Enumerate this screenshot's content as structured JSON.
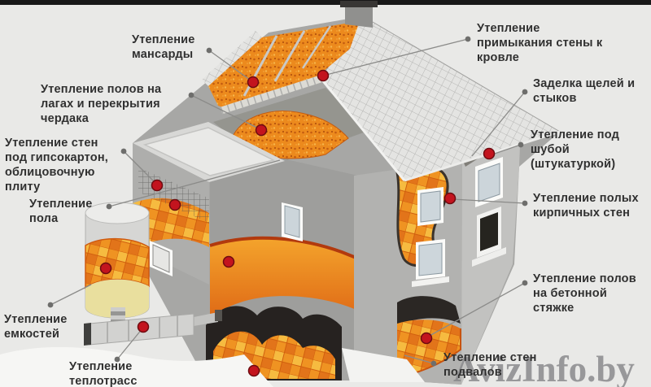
{
  "diagram_subject": "house-insulation-points",
  "watermark": {
    "text": "AvizInfo.by"
  },
  "colors": {
    "background": "#e9e9e7",
    "top_bar": "#181818",
    "insulation_orange": "#ee8c1e",
    "insulation_orange_light": "#f6b93e",
    "insulation_orange_deep": "#e0701a",
    "marker_red": "#c3141e",
    "wall_gray": "#b2b2b0",
    "roof_tile": "#e4e4e2",
    "basement_dark": "#262220",
    "watermark_gray": "#87878a",
    "label_text": "#303030"
  },
  "callouts": [
    {
      "id": "mansard",
      "text": "Утепление\nмансарды"
    },
    {
      "id": "attic-floors",
      "text": "Утепление полов на\nлагах и перекрытия\nчердака"
    },
    {
      "id": "walls-drywall",
      "text": "Утепление стен\nпод гипсокартон,\nоблицовочную\nплиту"
    },
    {
      "id": "floor",
      "text": "Утепление\nпола"
    },
    {
      "id": "tanks",
      "text": "Утепление\nемкостей"
    },
    {
      "id": "heat-mains",
      "text": "Утепление\nтеплотрасс"
    },
    {
      "id": "wall-roof-joint",
      "text": "Утепление\nпримыкания стены к\nкровле"
    },
    {
      "id": "sealing-gaps",
      "text": "Заделка щелей и\nстыков"
    },
    {
      "id": "plaster-coat",
      "text": "Утепление под\nшубой\n(штукатуркой)"
    },
    {
      "id": "hollow-brick",
      "text": "Утепление полых\nкирпичных стен"
    },
    {
      "id": "concrete-screed",
      "text": "Утепление полов\nна бетонной\nстяжке"
    },
    {
      "id": "basement-walls",
      "text": "Утепление стен\nподвалов"
    }
  ]
}
